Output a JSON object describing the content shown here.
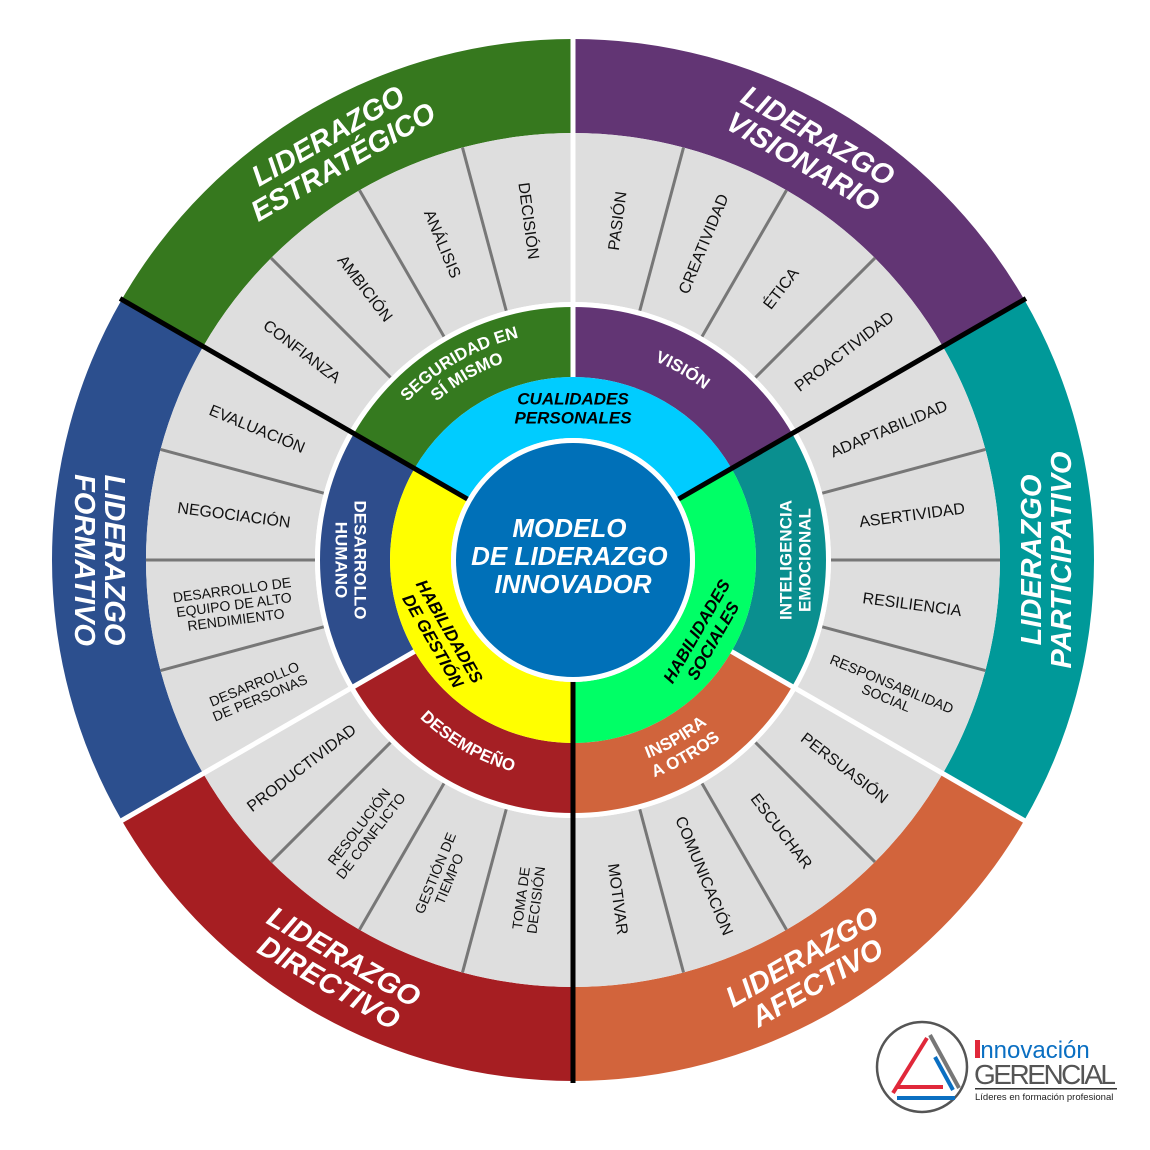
{
  "title": {
    "lines": [
      "MODELO",
      "DE LIDERAZGO",
      "INNOVADOR"
    ],
    "color": "#0070b8"
  },
  "categories": [
    {
      "lines": [
        "CUALIDADES",
        "PERSONALES"
      ],
      "color": "#00ccff"
    },
    {
      "lines": [
        "HABILIDADES",
        "SOCIALES"
      ],
      "color": "#00ff66"
    },
    {
      "lines": [
        "HABILIDADES",
        "DE GESTIÓN"
      ],
      "color": "#ffff00"
    }
  ],
  "competencies": [
    {
      "lines": [
        "SEGURIDAD EN",
        "SÍ MISMO"
      ],
      "color": "#357a1f"
    },
    {
      "lines": [
        "VISIÓN"
      ],
      "color": "#623574"
    },
    {
      "lines": [
        "INTELIGENCIA",
        "EMOCIONAL"
      ],
      "color": "#0a8f8f"
    },
    {
      "lines": [
        "INSPIRA",
        "A OTROS"
      ],
      "color": "#d0643c"
    },
    {
      "lines": [
        "DESEMPEÑO"
      ],
      "color": "#a51f24"
    },
    {
      "lines": [
        "DESARROLLO",
        "HUMANO"
      ],
      "color": "#2e4d8c"
    }
  ],
  "skills": [
    {
      "lines": [
        "CONFIANZA"
      ]
    },
    {
      "lines": [
        "AMBICIÓN"
      ]
    },
    {
      "lines": [
        "ANÁLISIS"
      ]
    },
    {
      "lines": [
        "DECISIÓN"
      ]
    },
    {
      "lines": [
        "PASIÓN"
      ]
    },
    {
      "lines": [
        "CREATIVIDAD"
      ]
    },
    {
      "lines": [
        "ÉTICA"
      ]
    },
    {
      "lines": [
        "PROACTIVIDAD"
      ]
    },
    {
      "lines": [
        "ADAPTABILIDAD"
      ]
    },
    {
      "lines": [
        "ASERTIVIDAD"
      ]
    },
    {
      "lines": [
        "RESILIENCIA"
      ]
    },
    {
      "lines": [
        "RESPONSABILIDAD",
        "SOCIAL"
      ]
    },
    {
      "lines": [
        "PERSUASIÓN"
      ]
    },
    {
      "lines": [
        "ESCUCHAR"
      ]
    },
    {
      "lines": [
        "COMUNICACIÓN"
      ]
    },
    {
      "lines": [
        "MOTIVAR"
      ]
    },
    {
      "lines": [
        "TOMA DE",
        "DECISIÓN"
      ]
    },
    {
      "lines": [
        "GESTIÓN DE",
        "TIEMPO"
      ]
    },
    {
      "lines": [
        "RESOLUCIÓN",
        "DE CONFLICTO"
      ]
    },
    {
      "lines": [
        "PRODUCTIVIDAD"
      ]
    },
    {
      "lines": [
        "DESARROLLO",
        "DE PERSONAS"
      ]
    },
    {
      "lines": [
        "DESARROLLO DE",
        "EQUIPO DE ALTO",
        "RENDIMIENTO"
      ]
    },
    {
      "lines": [
        "NEGOCIACIÓN"
      ]
    },
    {
      "lines": [
        "EVALUACIÓN"
      ]
    }
  ],
  "leadership_styles": [
    {
      "lines": [
        "LIDERAZGO",
        "ESTRATÉGICO"
      ],
      "color": "#36781e"
    },
    {
      "lines": [
        "LIDERAZGO",
        "VISIONARIO"
      ],
      "color": "#623574"
    },
    {
      "lines": [
        "LIDERAZGO",
        "PARTICIPATIVO"
      ],
      "color": "#009999"
    },
    {
      "lines": [
        "LIDERAZGO",
        "AFECTIVO"
      ],
      "color": "#d2643c"
    },
    {
      "lines": [
        "LIDERAZGO",
        "DIRECTIVO"
      ],
      "color": "#a61e22"
    },
    {
      "lines": [
        "LIDERAZGO",
        "FORMATIVO"
      ],
      "color": "#2c4f8e"
    }
  ],
  "logo": {
    "brand_top": "innovación",
    "brand_bottom": "GERENCIAL",
    "tagline": "Líderes en formación profesional",
    "colors": {
      "red": "#e0283a",
      "blue": "#0a6fc2",
      "gray": "#555555"
    }
  }
}
